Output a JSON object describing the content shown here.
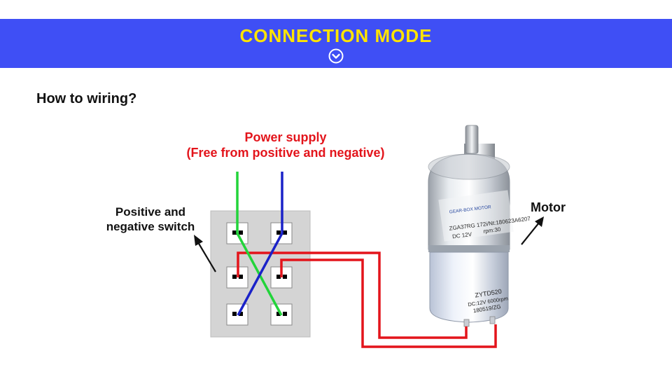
{
  "banner": {
    "title": "CONNECTION MODE",
    "color": "#3f4ff5",
    "title_color": "#ffe400",
    "icon": "chevron-down-circle-icon"
  },
  "heading": "How to wiring?",
  "labels": {
    "power_line1": "Power supply",
    "power_line2": "(Free from positive and negative)",
    "switch_line1": "Positive and",
    "switch_line2": "negative switch",
    "motor": "Motor"
  },
  "motor_text": {
    "brand": "GEAR-BOX MOTOR",
    "model": "ZGA37RG 172i/Nt:180623A6207",
    "spec": "DC 12V",
    "rpm": "rpm:30",
    "inner_model": "ZYTD520",
    "inner_spec": "DC:12V 6000rpm",
    "inner_date": "180519/ZG"
  },
  "wire_colors": {
    "red": "#e3141b",
    "green": "#22d43a",
    "blue": "#1a22c8"
  }
}
